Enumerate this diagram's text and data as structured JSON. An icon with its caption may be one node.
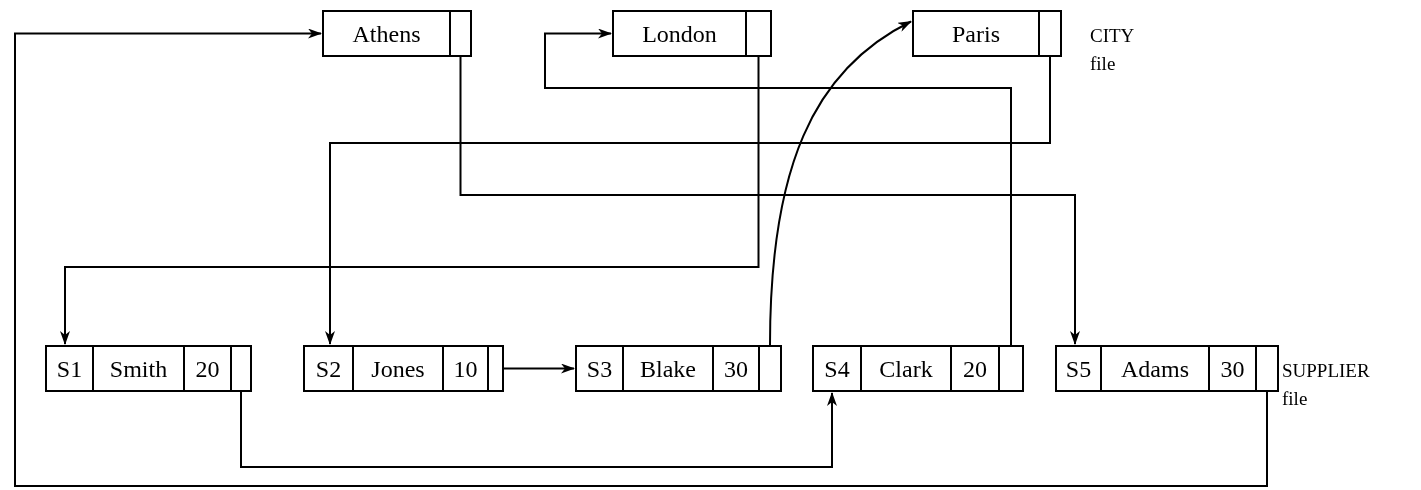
{
  "diagram": {
    "nodes": [
      {
        "text": [
          "Athens"
        ]
      },
      {
        "text": [
          "London"
        ]
      },
      {
        "text": [
          "Paris"
        ]
      },
      {
        "text": [
          "S1",
          "Smith",
          "20"
        ]
      },
      {
        "text": [
          "S2",
          "Jones",
          "10"
        ]
      },
      {
        "text": [
          "S3",
          "Blake",
          "30"
        ]
      },
      {
        "text": [
          "S4",
          "Clark",
          "20"
        ]
      },
      {
        "text": [
          "S5",
          "Adams",
          "30"
        ]
      }
    ],
    "edges": [
      {
        "from": 0,
        "to": 7,
        "arrow": "to"
      },
      {
        "from": 1,
        "to": 3,
        "arrow": "to"
      },
      {
        "from": 2,
        "to": 4,
        "arrow": "to"
      },
      {
        "from": 3,
        "to": 6,
        "arrow": "to"
      },
      {
        "from": 4,
        "to": 5,
        "arrow": "to"
      },
      {
        "from": 5,
        "to": 2,
        "arrow": "to"
      },
      {
        "from": 6,
        "to": 1,
        "arrow": "to"
      },
      {
        "from": 7,
        "to": 0,
        "arrow": "to"
      }
    ],
    "labels": [
      "CITY file",
      "SUPPLIER file"
    ]
  }
}
